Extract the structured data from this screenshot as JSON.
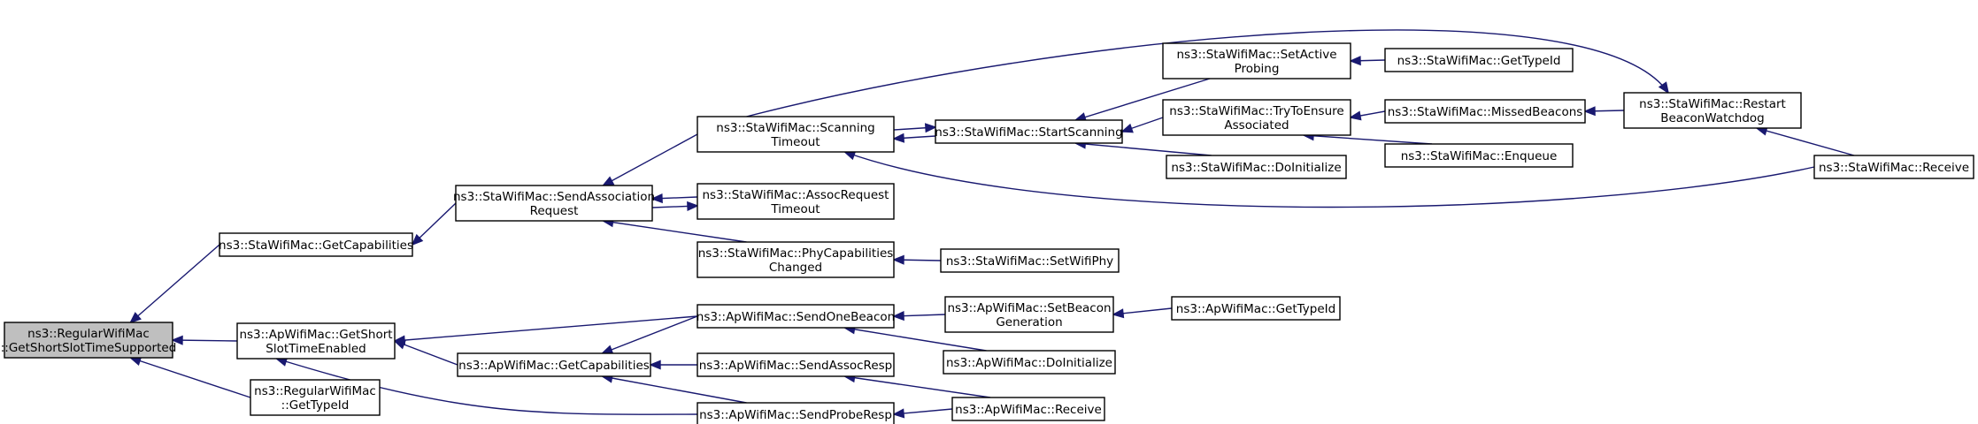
{
  "diagram": {
    "nodes": [
      {
        "id": "root",
        "lines": [
          "ns3::RegularWifiMac",
          "::GetShortSlotTimeSupported"
        ],
        "root": true
      },
      {
        "id": "sta_getcap",
        "lines": [
          "ns3::StaWifiMac::GetCapabilities"
        ]
      },
      {
        "id": "ap_getshort",
        "lines": [
          "ns3::ApWifiMac::GetShort",
          "SlotTimeEnabled"
        ]
      },
      {
        "id": "reg_typeid",
        "lines": [
          "ns3::RegularWifiMac",
          "::GetTypeId"
        ]
      },
      {
        "id": "sta_sendassoc",
        "lines": [
          "ns3::StaWifiMac::SendAssociation",
          "Request"
        ]
      },
      {
        "id": "ap_getcap",
        "lines": [
          "ns3::ApWifiMac::GetCapabilities"
        ]
      },
      {
        "id": "sta_scanto",
        "lines": [
          "ns3::StaWifiMac::Scanning",
          "Timeout"
        ]
      },
      {
        "id": "sta_assocto",
        "lines": [
          "ns3::StaWifiMac::AssocRequest",
          "Timeout"
        ]
      },
      {
        "id": "sta_phycap",
        "lines": [
          "ns3::StaWifiMac::PhyCapabilities",
          "Changed"
        ]
      },
      {
        "id": "ap_sendbeacon",
        "lines": [
          "ns3::ApWifiMac::SendOneBeacon"
        ]
      },
      {
        "id": "ap_sendassocresp",
        "lines": [
          "ns3::ApWifiMac::SendAssocResp"
        ]
      },
      {
        "id": "ap_sendprobe",
        "lines": [
          "ns3::ApWifiMac::SendProbeResp"
        ]
      },
      {
        "id": "sta_startscan",
        "lines": [
          "ns3::StaWifiMac::StartScanning"
        ]
      },
      {
        "id": "sta_setwifiphy",
        "lines": [
          "ns3::StaWifiMac::SetWifiPhy"
        ]
      },
      {
        "id": "ap_setbeacongen",
        "lines": [
          "ns3::ApWifiMac::SetBeacon",
          "Generation"
        ]
      },
      {
        "id": "ap_doinit",
        "lines": [
          "ns3::ApWifiMac::DoInitialize"
        ]
      },
      {
        "id": "ap_receive",
        "lines": [
          "ns3::ApWifiMac::Receive"
        ]
      },
      {
        "id": "sta_setactive",
        "lines": [
          "ns3::StaWifiMac::SetActive",
          "Probing"
        ]
      },
      {
        "id": "sta_trytoensure",
        "lines": [
          "ns3::StaWifiMac::TryToEnsure",
          "Associated"
        ]
      },
      {
        "id": "sta_doinit",
        "lines": [
          "ns3::StaWifiMac::DoInitialize"
        ]
      },
      {
        "id": "ap_gettypeid",
        "lines": [
          "ns3::ApWifiMac::GetTypeId"
        ]
      },
      {
        "id": "sta_gettypeid",
        "lines": [
          "ns3::StaWifiMac::GetTypeId"
        ]
      },
      {
        "id": "sta_missed",
        "lines": [
          "ns3::StaWifiMac::MissedBeacons"
        ]
      },
      {
        "id": "sta_enqueue",
        "lines": [
          "ns3::StaWifiMac::Enqueue"
        ]
      },
      {
        "id": "sta_restart",
        "lines": [
          "ns3::StaWifiMac::Restart",
          "BeaconWatchdog"
        ]
      },
      {
        "id": "sta_receive",
        "lines": [
          "ns3::StaWifiMac::Receive"
        ]
      }
    ],
    "edges": [
      {
        "from": "sta_getcap",
        "to": "root"
      },
      {
        "from": "ap_getshort",
        "to": "root"
      },
      {
        "from": "reg_typeid",
        "to": "root"
      },
      {
        "from": "sta_sendassoc",
        "to": "sta_getcap"
      },
      {
        "from": "ap_getcap",
        "to": "ap_getshort"
      },
      {
        "from": "ap_sendbeacon",
        "to": "ap_getshort"
      },
      {
        "from": "ap_sendprobe",
        "to": "ap_getshort"
      },
      {
        "from": "sta_scanto",
        "to": "sta_sendassoc"
      },
      {
        "from": "sta_assocto",
        "to": "sta_sendassoc"
      },
      {
        "from": "sta_phycap",
        "to": "sta_sendassoc"
      },
      {
        "from": "sta_sendassoc",
        "to": "sta_assocto"
      },
      {
        "from": "ap_sendbeacon",
        "to": "ap_getcap"
      },
      {
        "from": "ap_sendassocresp",
        "to": "ap_getcap"
      },
      {
        "from": "ap_sendprobe",
        "to": "ap_getcap"
      },
      {
        "from": "sta_startscan",
        "to": "sta_scanto"
      },
      {
        "from": "sta_scanto",
        "to": "sta_startscan"
      },
      {
        "from": "sta_receive",
        "to": "sta_scanto"
      },
      {
        "from": "sta_scanto",
        "to": "sta_restart"
      },
      {
        "from": "sta_setwifiphy",
        "to": "sta_phycap"
      },
      {
        "from": "ap_setbeacongen",
        "to": "ap_sendbeacon"
      },
      {
        "from": "ap_doinit",
        "to": "ap_sendbeacon"
      },
      {
        "from": "ap_receive",
        "to": "ap_sendassocresp"
      },
      {
        "from": "ap_receive",
        "to": "ap_sendprobe"
      },
      {
        "from": "sta_setactive",
        "to": "sta_startscan"
      },
      {
        "from": "sta_trytoensure",
        "to": "sta_startscan"
      },
      {
        "from": "sta_doinit",
        "to": "sta_startscan"
      },
      {
        "from": "ap_gettypeid",
        "to": "ap_setbeacongen"
      },
      {
        "from": "sta_gettypeid",
        "to": "sta_setactive"
      },
      {
        "from": "sta_missed",
        "to": "sta_trytoensure"
      },
      {
        "from": "sta_enqueue",
        "to": "sta_trytoensure"
      },
      {
        "from": "sta_restart",
        "to": "sta_missed"
      },
      {
        "from": "sta_receive",
        "to": "sta_restart"
      }
    ]
  }
}
